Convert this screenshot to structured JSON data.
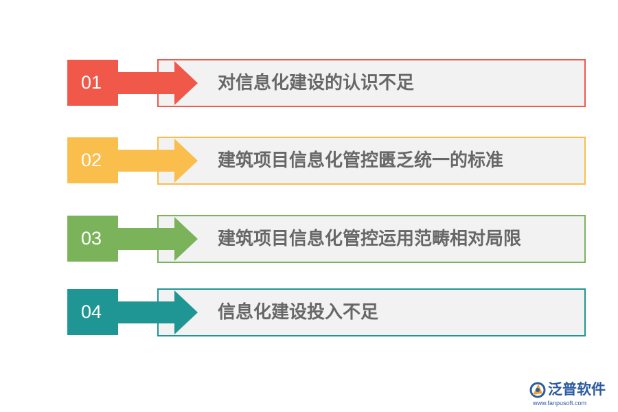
{
  "items": [
    {
      "number": "01",
      "text": "对信息化建设的认识不足",
      "color": "#f0584a"
    },
    {
      "number": "02",
      "text": "建筑项目信息化管控匮乏统一的标准",
      "color": "#f9be4c"
    },
    {
      "number": "03",
      "text": "建筑项目信息化管控运用范畴相对局限",
      "color": "#7ab35a"
    },
    {
      "number": "04",
      "text": "信息化建设投入不足",
      "color": "#1f9694"
    }
  ],
  "logo": {
    "name": "泛普软件",
    "url": "www.fanpusoft.com",
    "icon": "fanpu-logo-icon",
    "color": "#2b5aa0"
  }
}
